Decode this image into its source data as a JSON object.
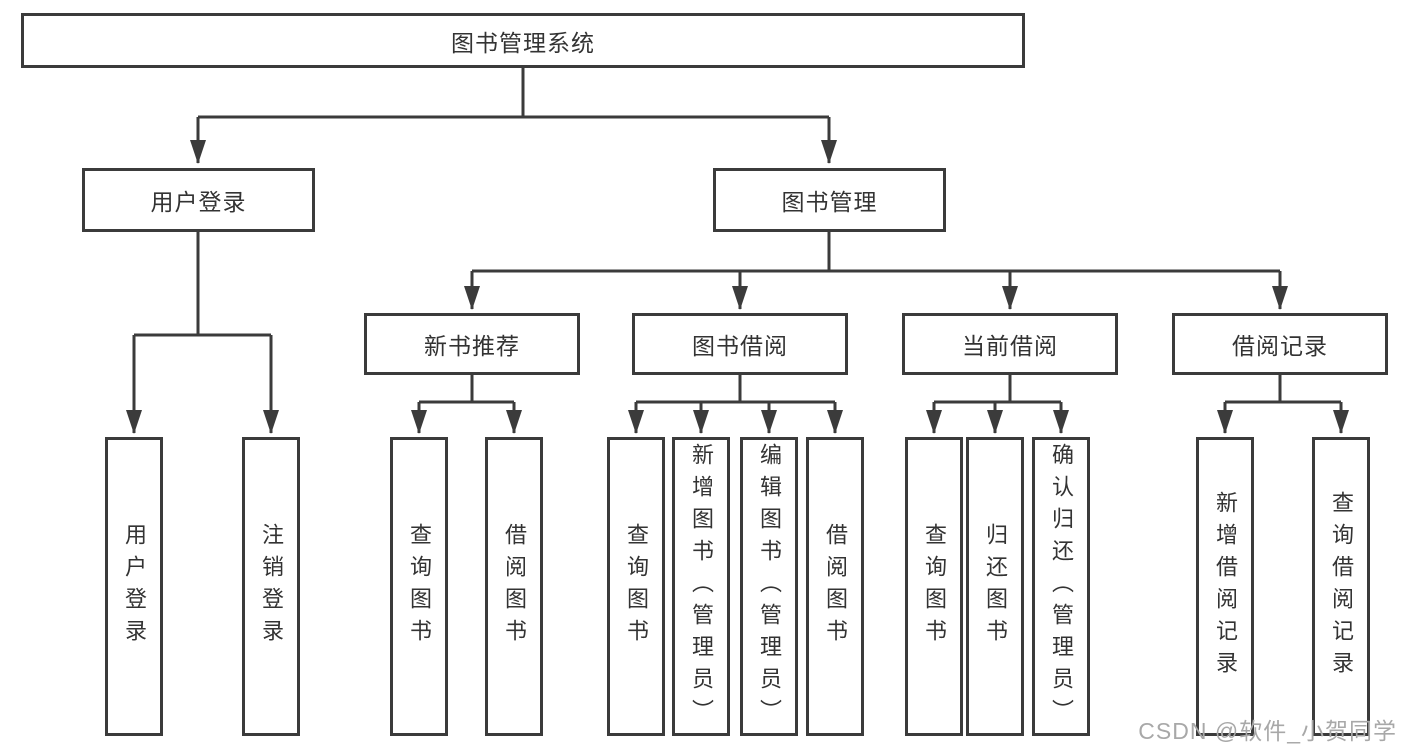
{
  "diagram": {
    "type": "hierarchy-tree",
    "root": {
      "label": "图书管理系统",
      "children": [
        {
          "label": "用户登录",
          "children": [
            {
              "label": "用户登录"
            },
            {
              "label": "注销登录"
            }
          ]
        },
        {
          "label": "图书管理",
          "children": [
            {
              "label": "新书推荐",
              "children": [
                {
                  "label": "查询图书"
                },
                {
                  "label": "借阅图书"
                }
              ]
            },
            {
              "label": "图书借阅",
              "children": [
                {
                  "label": "查询图书"
                },
                {
                  "label": "新增图书（管理员）"
                },
                {
                  "label": "编辑图书（管理员）"
                },
                {
                  "label": "借阅图书"
                }
              ]
            },
            {
              "label": "当前借阅",
              "children": [
                {
                  "label": "查询图书"
                },
                {
                  "label": "归还图书"
                },
                {
                  "label": "确认归还（管理员）"
                }
              ]
            },
            {
              "label": "借阅记录",
              "children": [
                {
                  "label": "新增借阅记录"
                },
                {
                  "label": "查询借阅记录"
                }
              ]
            }
          ]
        }
      ]
    }
  },
  "watermark": {
    "text": "CSDN @软件_小贺同学"
  },
  "colors": {
    "line": "#3b3b3b",
    "box_border": "#3b3b3b",
    "text": "#333333",
    "watermark": "#a8a8a8",
    "background": "#ffffff"
  }
}
